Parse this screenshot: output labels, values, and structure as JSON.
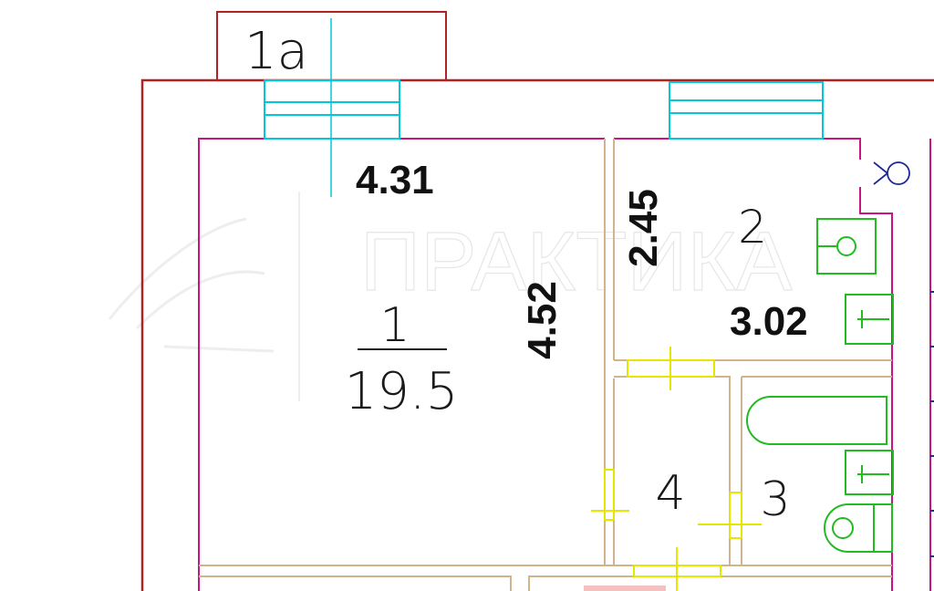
{
  "rooms": {
    "balcony": {
      "label": "1a"
    },
    "living": {
      "number": "1",
      "area": "19.5",
      "width": "4.31",
      "length": "4.52"
    },
    "kitchen": {
      "number": "2",
      "width": "3.02",
      "length": "2.45"
    },
    "bathroom": {
      "number": "3"
    },
    "hall": {
      "number": "4"
    }
  },
  "watermark": {
    "text": "ПРАКТИКА"
  },
  "colors": {
    "outer_wall": "#b22222",
    "inner_wall": "#c71585",
    "partition": "#d2b48c",
    "window": "#00c8d8",
    "door": "#e6e600",
    "fixture": "#22bb22",
    "outline": "#1e2a99"
  }
}
